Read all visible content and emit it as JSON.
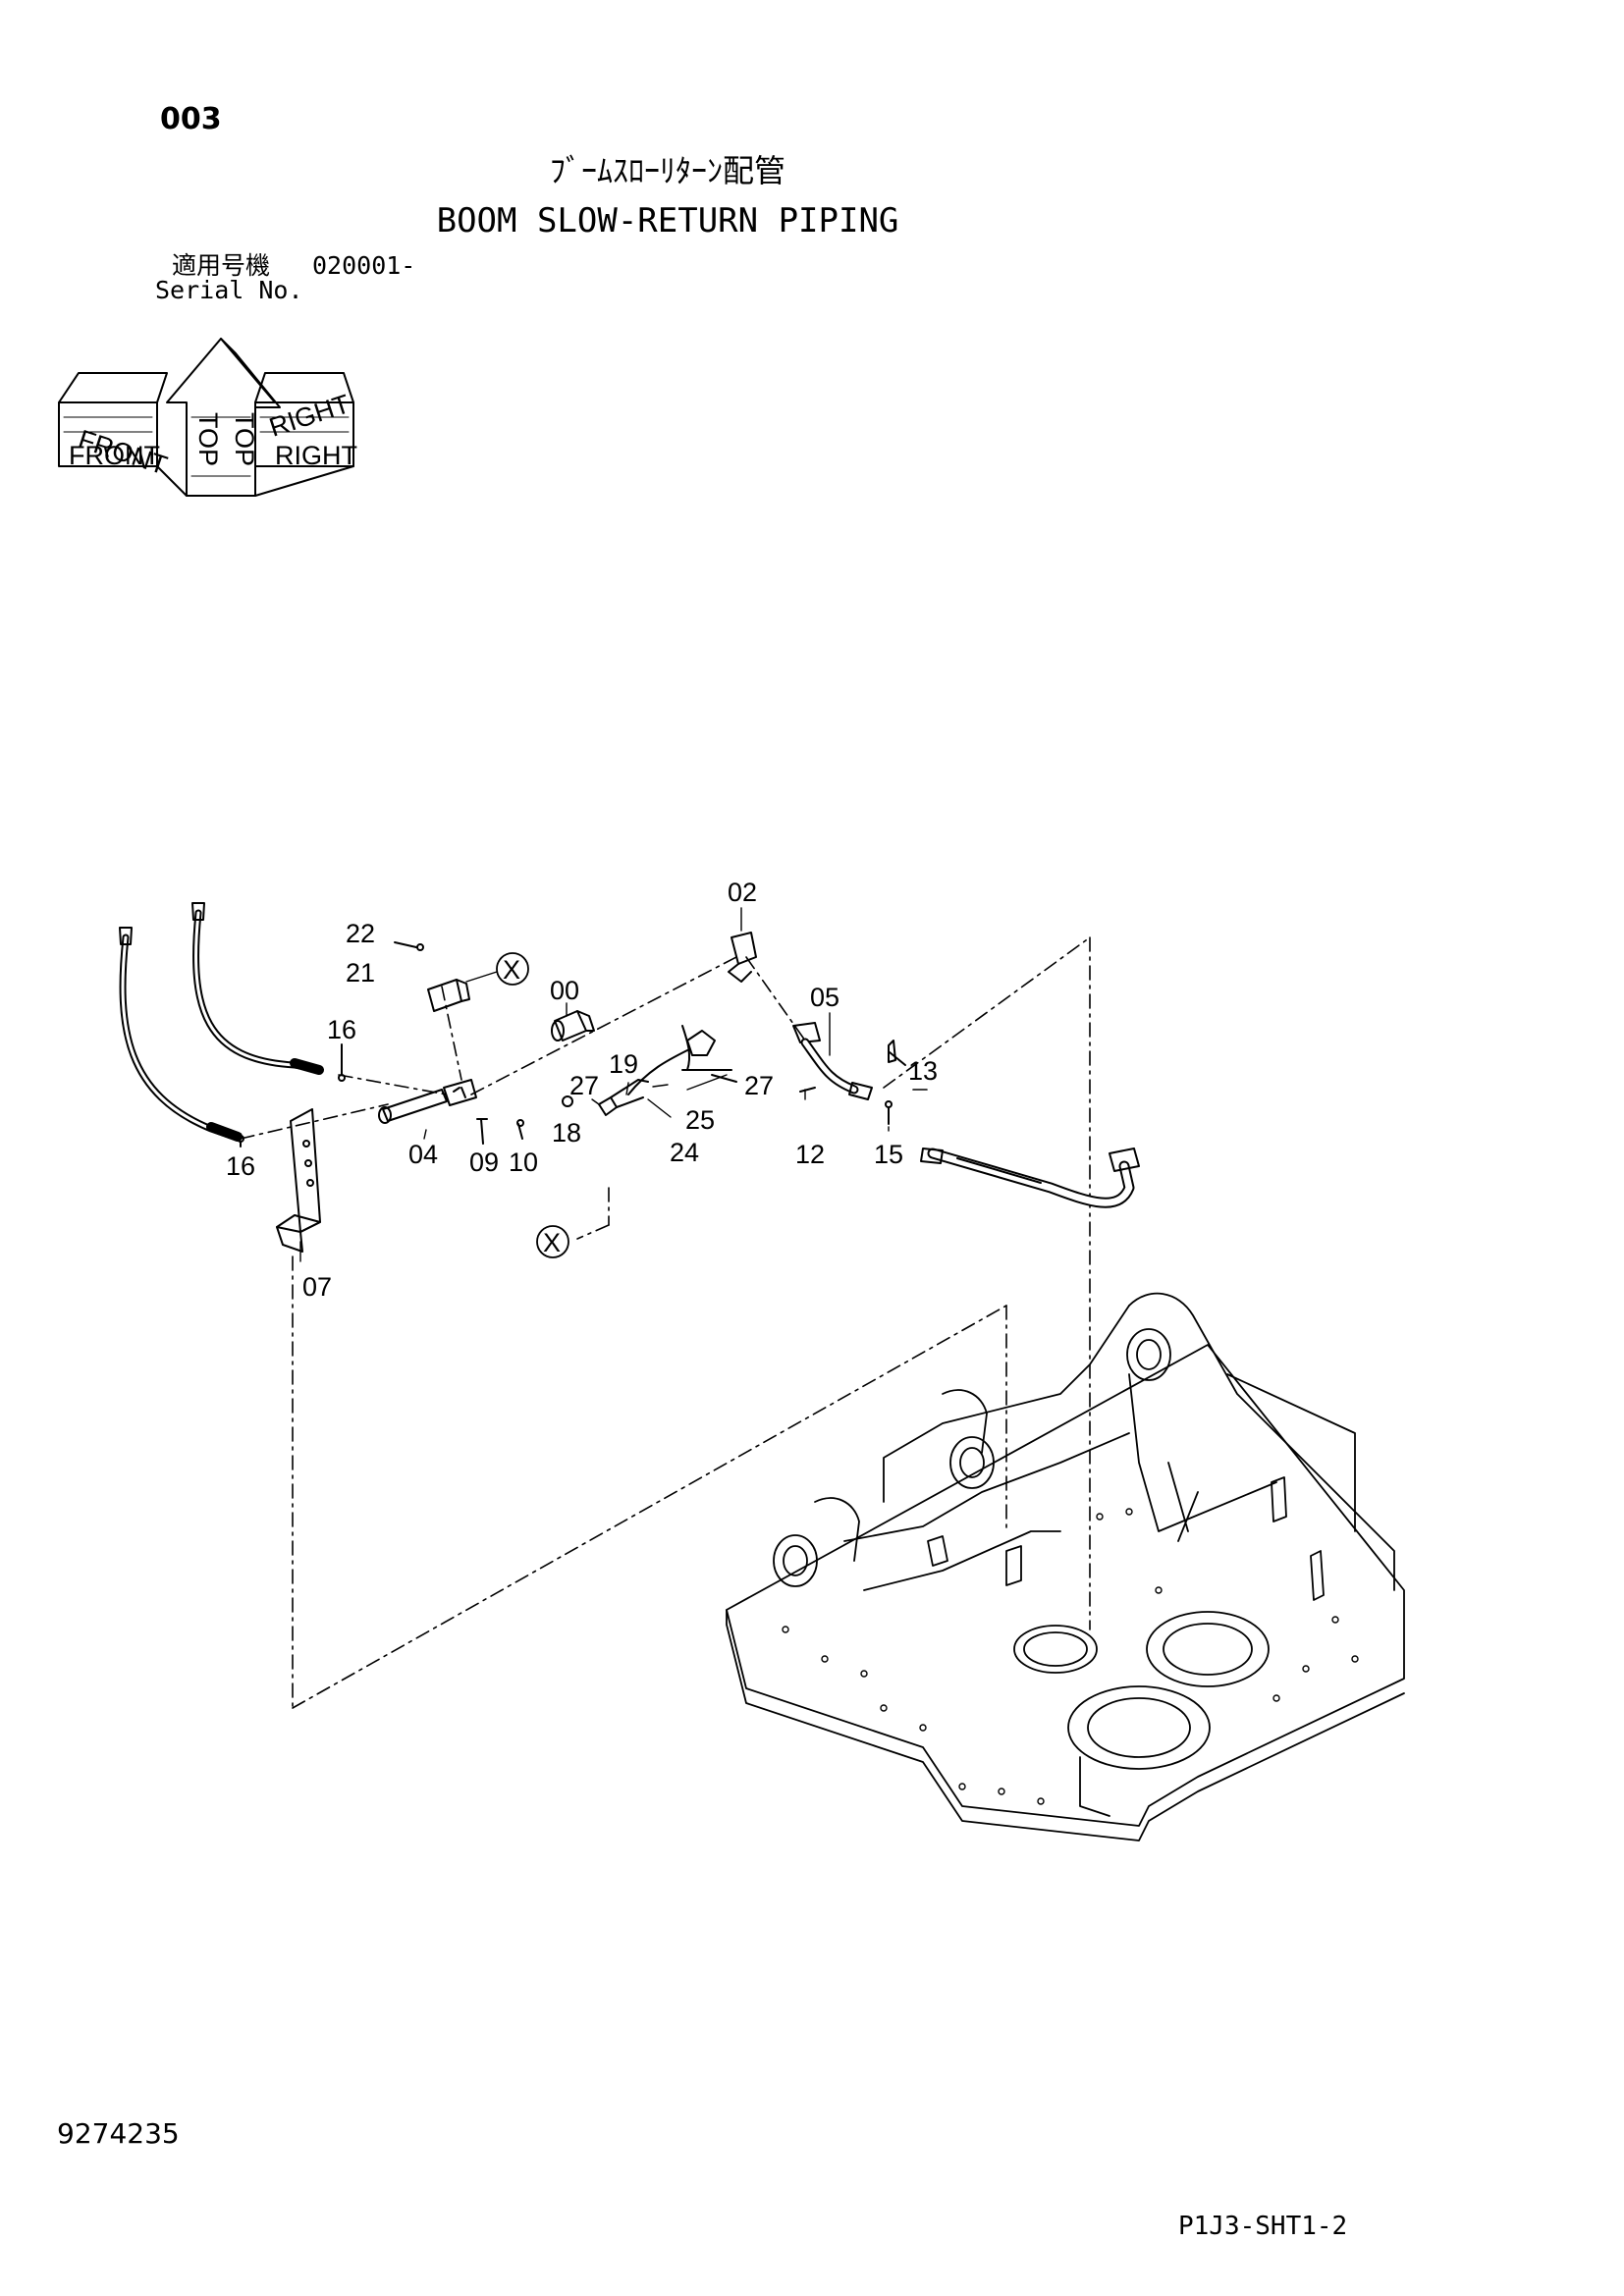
{
  "header": {
    "page_number": "003",
    "title_japanese": "ﾌﾞｰﾑｽﾛｰﾘﾀｰﾝ配管",
    "title_english": "BOOM SLOW-RETURN PIPING",
    "serial_label_japanese": "適用号機",
    "serial_value": "020001-",
    "serial_label_english": "Serial No."
  },
  "orientation_icon": {
    "labels": [
      "TOP",
      "TOP",
      "FRONT",
      "FRONT",
      "RIGHT",
      "RIGHT"
    ]
  },
  "callouts": [
    "00",
    "02",
    "04",
    "05",
    "07",
    "09",
    "10",
    "12",
    "13",
    "15",
    "16",
    "16",
    "18",
    "19",
    "21",
    "22",
    "24",
    "25",
    "27",
    "27"
  ],
  "connector_markers": [
    "X",
    "X"
  ],
  "footer": {
    "doc_number": "9274235",
    "sheet_code": "P1J3-SHT1-2"
  }
}
